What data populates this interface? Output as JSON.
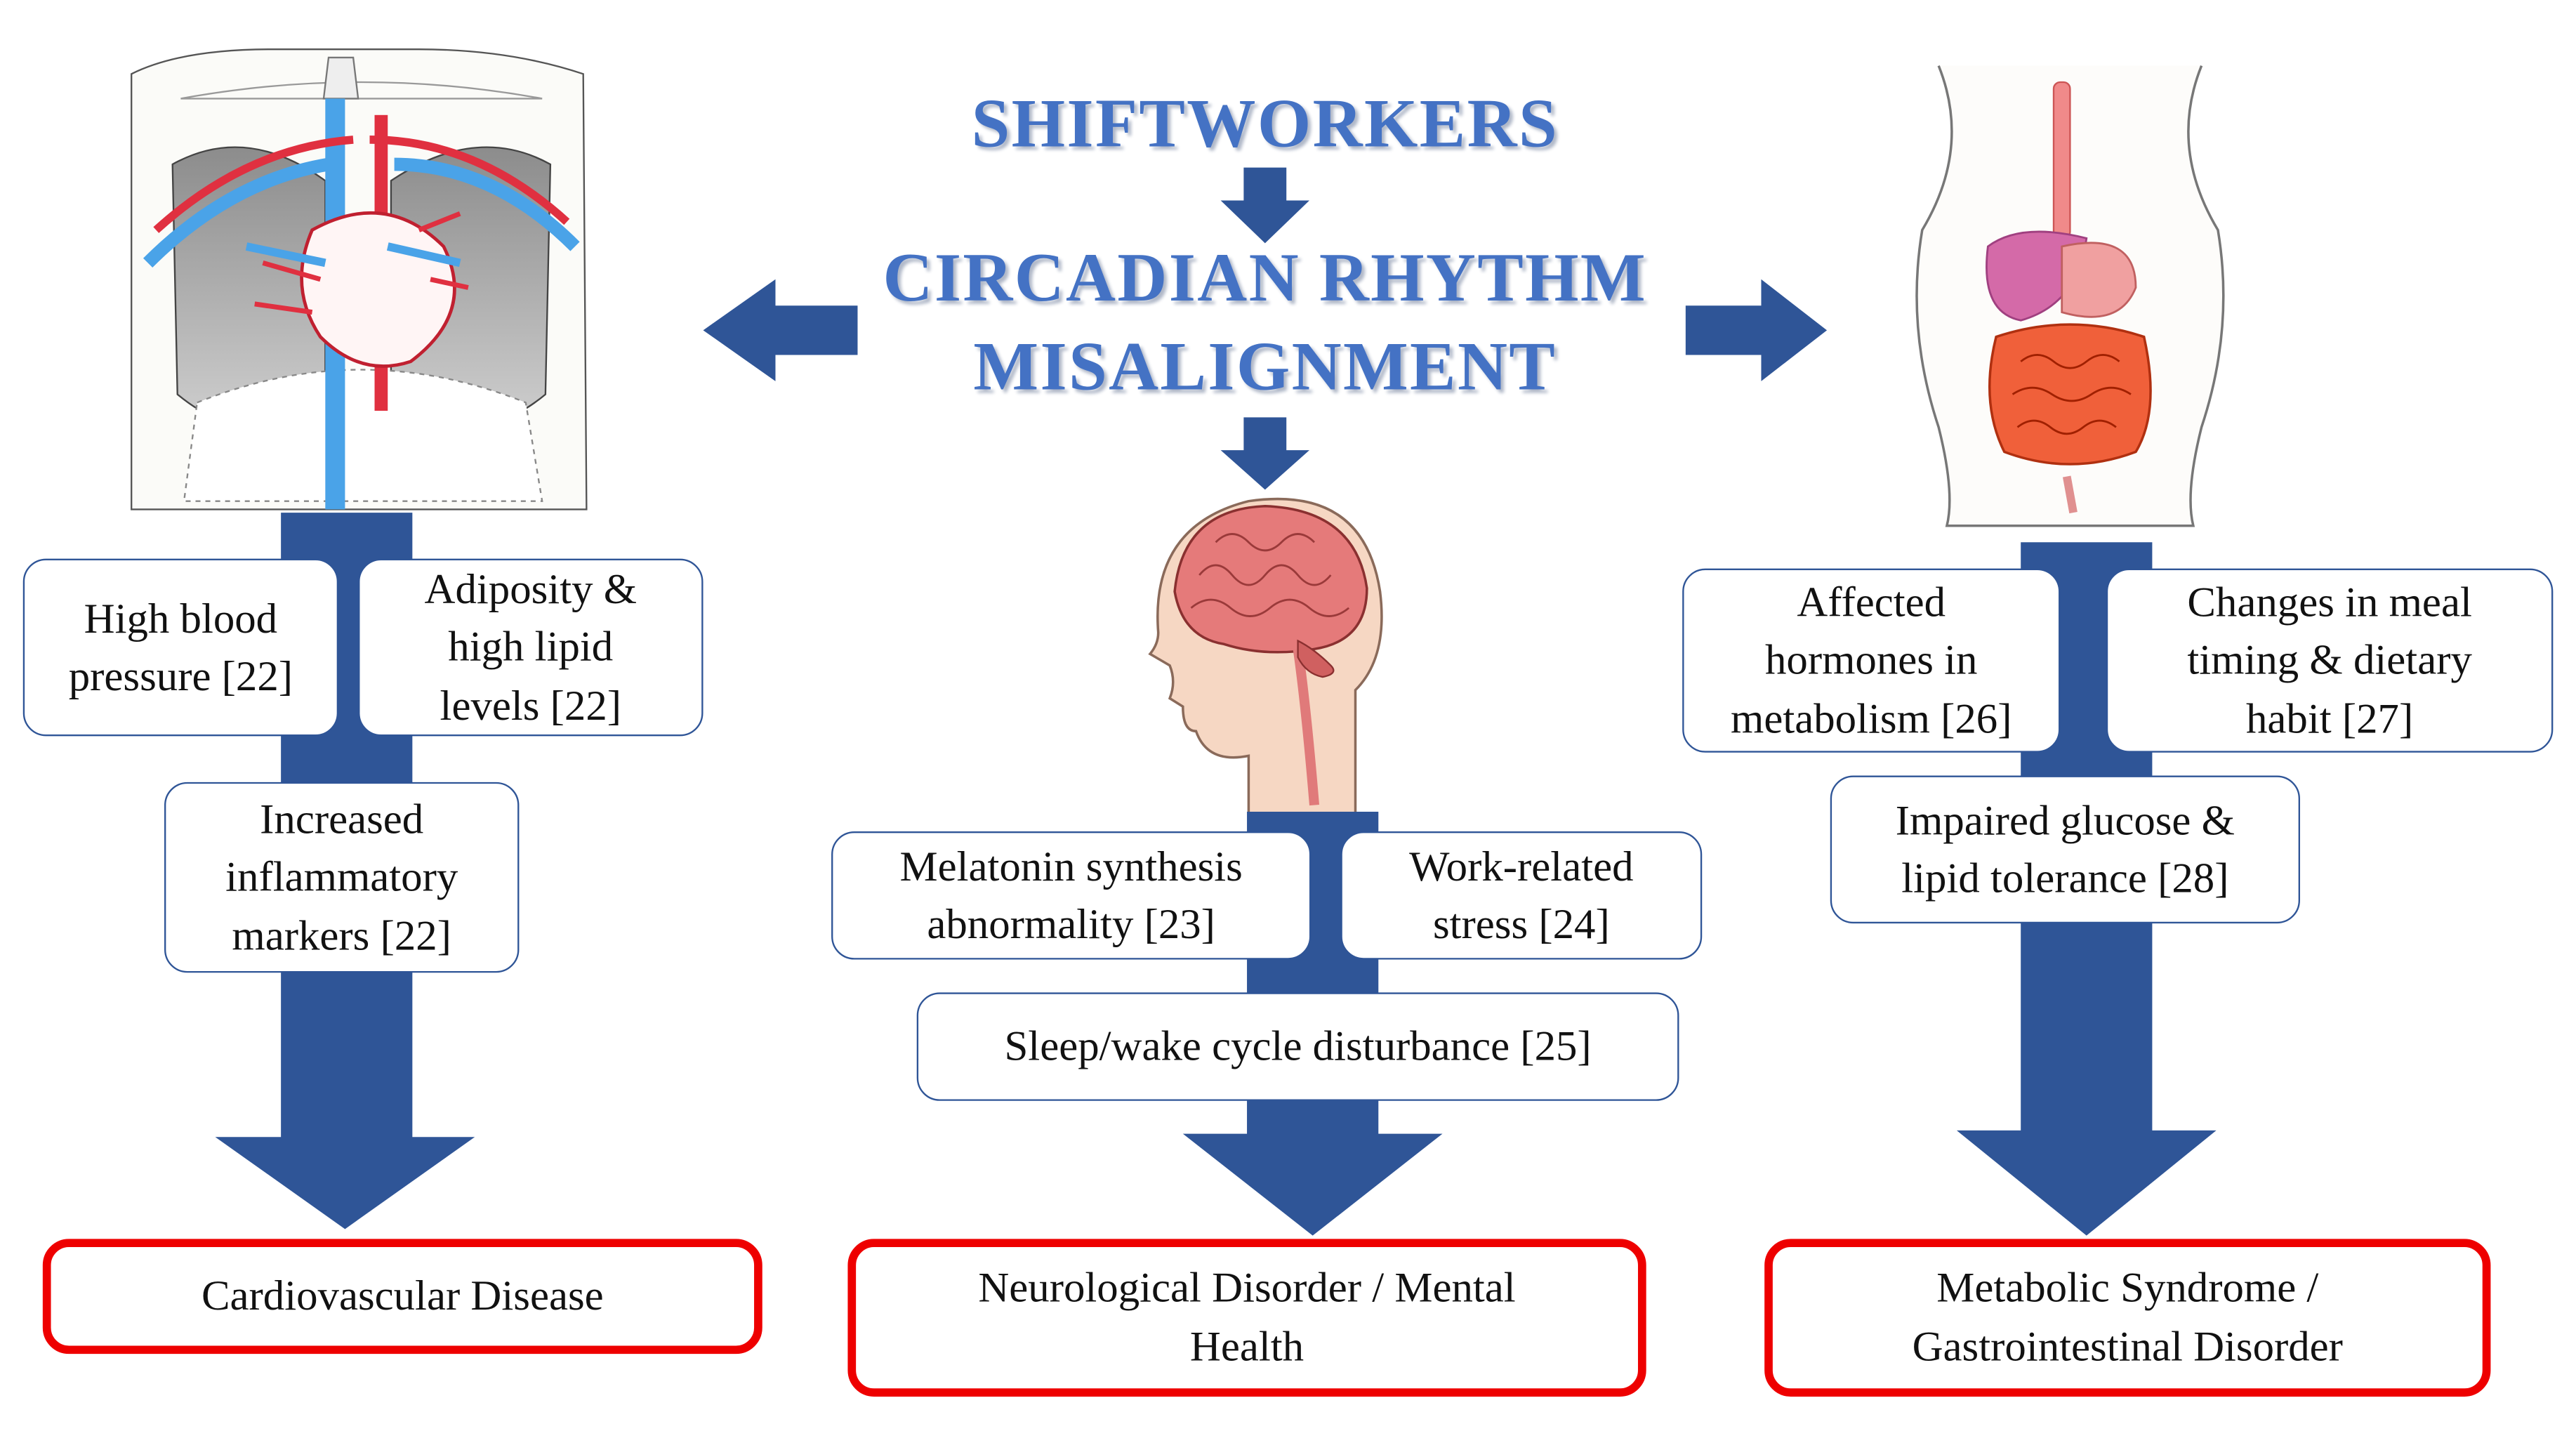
{
  "header": {
    "title": "SHIFTWORKERS",
    "subtitle_line1": "CIRCADIAN RHYTHM",
    "subtitle_line2": "MISALIGNMENT"
  },
  "branches": {
    "cardiovascular": {
      "illustration": "chest-heart-lungs-illustration",
      "factors": [
        "High blood\npressure [22]",
        "Adiposity &\nhigh lipid\nlevels [22]",
        "Increased\ninflammatory\nmarkers [22]"
      ],
      "outcome": "Cardiovascular Disease"
    },
    "neurological": {
      "illustration": "head-brain-illustration",
      "factors": [
        "Melatonin synthesis\nabnormality [23]",
        "Work-related\nstress [24]",
        "Sleep/wake cycle disturbance [25]"
      ],
      "outcome": "Neurological Disorder / Mental\nHealth"
    },
    "metabolic": {
      "illustration": "torso-digestive-organs-illustration",
      "factors": [
        "Affected\nhormones in\nmetabolism [26]",
        "Changes in meal\ntiming & dietary\nhabit [27]",
        "Impaired glucose &\nlipid tolerance [28]"
      ],
      "outcome": "Metabolic Syndrome /\nGastrointestinal Disorder"
    }
  },
  "colors": {
    "arrow": "#2F5597",
    "title": "#4472C4",
    "box_border": "#2F5597",
    "outcome_border": "#EE0000"
  }
}
